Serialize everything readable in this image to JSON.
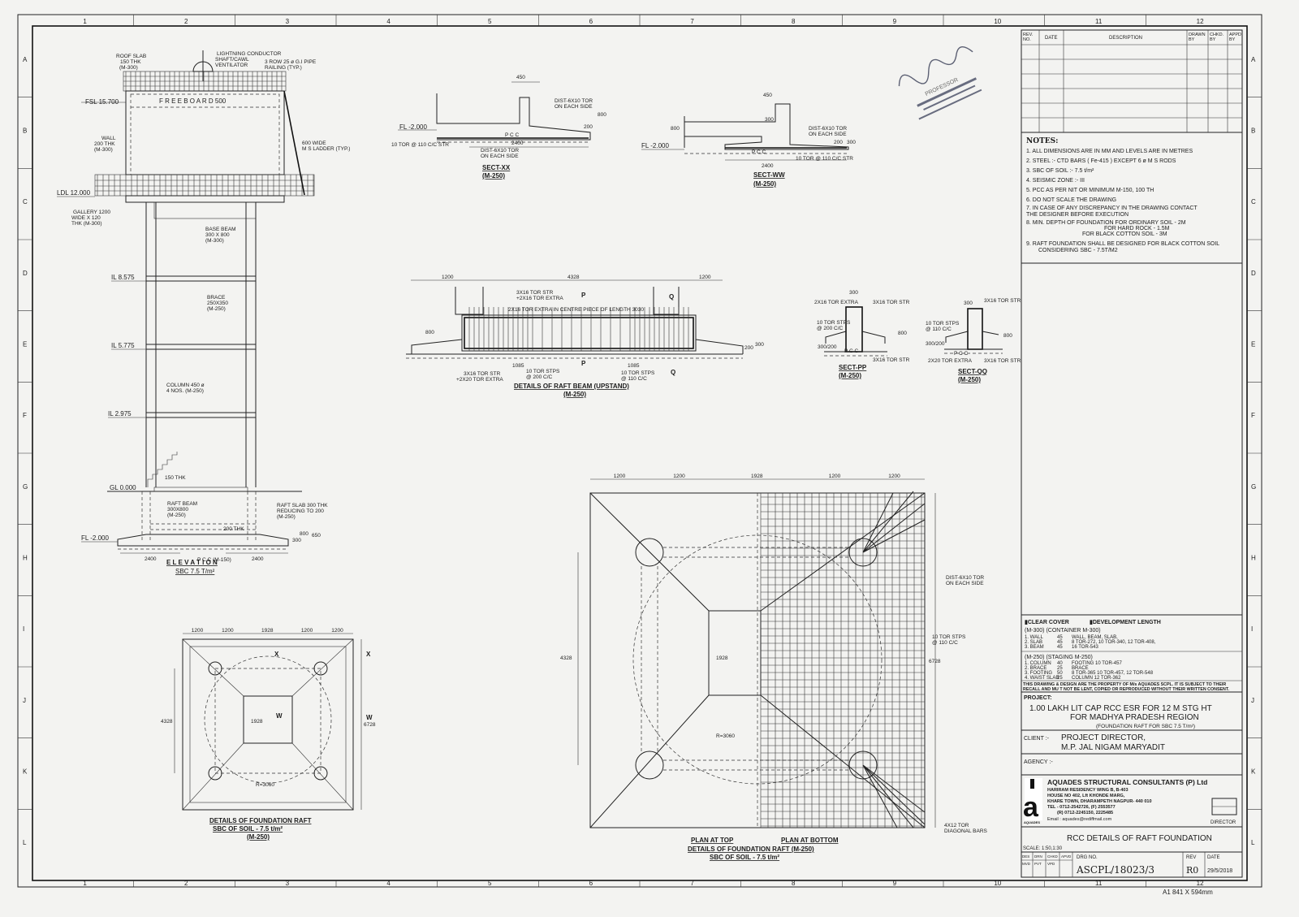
{
  "grid": {
    "cols": [
      "1",
      "2",
      "3",
      "4",
      "5",
      "6",
      "7",
      "8",
      "9",
      "10",
      "11",
      "12"
    ],
    "rows": [
      "A",
      "B",
      "C",
      "D",
      "E",
      "F",
      "G",
      "H",
      "I",
      "J",
      "K",
      "L"
    ]
  },
  "revision_table": {
    "headers": [
      "REV. NO.",
      "DATE",
      "DESCRIPTION",
      "DRAWN BY",
      "CHKD. BY",
      "APPD. BY"
    ]
  },
  "stamp": {
    "line1": "PROFESSOR"
  },
  "notes": {
    "title": "NOTES:",
    "items": [
      "1. ALL  DIMENSIONS  ARE  IN  MM  AND  LEVELS  ARE  IN  METRES",
      "2. STEEL :-  CTD  BARS  ( Fe-415 )  EXCEPT  6  ø  M S RODS",
      "3. SBC  OF  SOIL :- 7.5 t/m²",
      "4. SEISMIC  ZONE :- III",
      "5. PCC AS PER NIT OR MINIMUM M-150, 100 TH",
      "6. DO NOT SCALE THE DRAWING",
      "7. IN CASE OF ANY DISCREPANCY IN THE DRAWING CONTACT",
      "THE  DESIGNER BEFORE EXECUTION",
      "8. MIN. DEPTH OF FOUNDATION FOR ORDINARY SOIL - 2M",
      "FOR HARD ROCK - 1.5M",
      "FOR BLACK COTTON SOIL - 3M",
      "9. RAFT FOUNDATION SHALL BE DESIGNED FOR BLACK COTTON SOIL",
      "CONSIDERING SBC - 7.5T/M2"
    ]
  },
  "cover": {
    "h1": "▮CLEAR  COVER",
    "h2": "▮DEVELOPMENT  LENGTH",
    "sub1": "(M-300) (CONTAINER M-300)",
    "c300": [
      "1. WALL",
      "2. SLAB",
      "3. BEAM"
    ],
    "v300": [
      "45",
      "45",
      "45"
    ],
    "d300": [
      "WALL, BEAM, SLAB,",
      "8 TOR-272, 10 TOR-340, 12 TOR-408,",
      "16 TOR-543"
    ],
    "sub2": "(M-250) (STAGING M-250)",
    "c250": [
      "1. COLUMN",
      "2. BRACE",
      "3. FOOTING",
      "4. WAIST SLAB"
    ],
    "v250": [
      "40",
      "25",
      "50",
      "25"
    ],
    "d250": [
      "FOOTING 10 TOR-457",
      "BRACE",
      "8 TOR-365 10 TOR-457, 12 TOR-548",
      "COLUMN 12 TOR-362"
    ],
    "property1": "THIS DRAWING & DESIGN ARE THE PROPERTY OF M/s AQUADES SCPL. IT IS SUBJECT TO THEIR",
    "property2": "RECALL AND MU T NOT BE LENT, COPIED OR REPRODUCED WITHOUT THEIR WRITTEN CONSENT."
  },
  "project": {
    "label": "PROJECT:",
    "line1": "1.00 LAKH LIT CAP RCC ESR FOR 12 M STG HT",
    "line2": "FOR MADHYA PRADESH REGION",
    "line3": "(FOUNDATION RAFT FOR SBC  7.5 T/m²)"
  },
  "client": {
    "label": "CLIENT  :-",
    "line1": "PROJECT DIRECTOR,",
    "line2": "M.P. JAL NIGAM MARYADIT"
  },
  "agency": {
    "label": "AGENCY :-"
  },
  "company": {
    "logo_letter": "a",
    "logo_name": "AQUADES",
    "name": "AQUADES STRUCTURAL CONSULTANTS (P) Ltd",
    "addr1": "HARIRAM RESIDENCY WING B, B-403",
    "addr2": "HOUSE NO 402, Lft KHONDE MARG,",
    "addr3": "KHARE TOWN, DHARAMPETH NAGPUR- 440 010",
    "tel": "TEL - 0712-2542726, (F) 2553577",
    "tel2": "(R) 0712-2245150, 2225485",
    "email": "Email : aquades@rediffmail.com",
    "director": "DIRECTOR"
  },
  "drawing": {
    "title": "RCC DETAILS OF RAFT FOUNDATION",
    "scale": "SCALE: 1:50,1:30",
    "roles1": [
      "DES",
      "DRN",
      "CHKD",
      "APVD"
    ],
    "roles2": [
      "MVD",
      "PVT",
      "VPD",
      ""
    ],
    "drg_label": "DRG NO.",
    "drg_no": "ASCPL/18023/3",
    "rev_label": "REV",
    "rev": "R0",
    "date_label": "DATE",
    "date": "29/5/2018"
  },
  "sheet_size": "A1   841 X 594mm",
  "elevation": {
    "roof_slab": [
      "ROOF SLAB",
      "150 THK",
      "(M-300)"
    ],
    "lightning": "LIGHTNING CONDUCTOR",
    "ventilator": [
      "SHAFT/CAWL",
      "VENTILATOR"
    ],
    "railing": [
      "3 ROW 25 ø G.I PIPE",
      "RAILING (TYP.)"
    ],
    "fsl": "FSL 15.700",
    "freeboard": "F R E E   B O A R D   500",
    "wall": [
      "WALL",
      "200 THK",
      "(M-300)"
    ],
    "ladder": [
      "600 WIDE",
      "M S LADDER (TYP.)"
    ],
    "ldl": "LDL 12.000",
    "gallery": [
      "GALLERY 1200",
      "WIDE X 120",
      "THK (M-300)"
    ],
    "base_beam": [
      "BASE BEAM",
      "300 X 800",
      "(M-300)"
    ],
    "il1": "IL 8.575",
    "brace": [
      "BRACE",
      "250X350",
      "(M-250)"
    ],
    "il2": "IL 5.775",
    "column": [
      "COLUMN 450 ø",
      "4 NOS. (M-250)"
    ],
    "il3": "IL 2.975",
    "stair": "150 THK",
    "gl": "GL 0.000",
    "raft_beam": [
      "RAFT BEAM",
      "300X800",
      "(M-250)"
    ],
    "raft_slab": [
      "RAFT SLAB 300 THK",
      "REDUCING TO 200",
      "(M-250)"
    ],
    "thk200": "200 THK",
    "fl": "FL -2.000",
    "pcc": "P C C (M-150)",
    "dim_l": "2400",
    "dim_r": "2400",
    "d800": "800",
    "d650": "650",
    "d300": "300",
    "title": "E L E V A T I O N",
    "subtitle": "SBC 7.5 T/m²"
  },
  "sect_xx": {
    "d450": "450",
    "dist1": [
      "DIST-6X10 TOR",
      "ON EACH SIDE"
    ],
    "d800": "800",
    "d200": "200",
    "fl": "FL -2.000",
    "pcc": "P C C",
    "d2400": "2400",
    "str": "10 TOR @ 110 C/C STR",
    "dist2": [
      "DIST-6X10 TOR",
      "ON EACH SIDE"
    ],
    "title": "SECT-XX",
    "sub": "(M-250)"
  },
  "sect_ww": {
    "d450": "450",
    "d300a": "300",
    "dist": [
      "DIST-6X10 TOR",
      "ON EACH SIDE"
    ],
    "d800": "800",
    "d200": "200",
    "d300": "300",
    "fl": "FL -2.000",
    "pcc": "P C C",
    "str": "10 TOR @ 110 C/C STR",
    "d2400": "2400",
    "title": "SECT-WW",
    "sub": "(M-250)"
  },
  "raft_beam": {
    "d1200a": "1200",
    "d4328": "4328",
    "d1200b": "1200",
    "top": [
      "3X16 TOR STR",
      "+2X16 TOR EXTRA"
    ],
    "extra": "2X16 TOR EXTRA IN CENTRE PIECE OF LENGTH 3030",
    "p": "P",
    "q": "Q",
    "d800": "800",
    "d200": "200",
    "d300": "300",
    "d1085a": "1085",
    "d1085b": "1085",
    "bot": [
      "3X16 TOR STR",
      "+2X20 TOR EXTRA"
    ],
    "stp1": [
      "10 TOR STPS",
      "@ 200 C/C"
    ],
    "stp2": [
      "10 TOR STPS",
      "@ 110 C/C"
    ],
    "title": "DETAILS OF RAFT BEAM (UPSTAND)",
    "sub": "(M-250)"
  },
  "sect_pp": {
    "d300": "300",
    "extra": "2X16 TOR EXTRA",
    "str": "3X16 TOR STR",
    "stp": [
      "10 TOR STPS",
      "@ 200 C/C"
    ],
    "d800": "800",
    "d300200": "300/200",
    "pcc": "P C C",
    "bot": "3X16 TOR STR",
    "title": "SECT-PP",
    "sub": "(M-250)"
  },
  "sect_qq": {
    "d300": "300",
    "str": "3X16 TOR STR",
    "stp": [
      "10 TOR STPS",
      "@ 110 C/C"
    ],
    "d800": "800",
    "d300200": "300/200",
    "pcc": "P C C",
    "extra": "2X20 TOR EXTRA",
    "bot": "3X16 TOR STR",
    "title": "SECT-QQ",
    "sub": "(M-250)"
  },
  "small_raft": {
    "dims": [
      "1200",
      "1200",
      "1928",
      "1200",
      "1200"
    ],
    "d4328": "4328",
    "d6728": "6728",
    "d1928": "1928",
    "r": "R=3060",
    "x": "X",
    "w": "W",
    "title": "DETAILS OF FOUNDATION RAFT",
    "sub1": "SBC OF SOIL - 7.5 t/m²",
    "sub2": "(M-250)"
  },
  "plan": {
    "dims": [
      "1200",
      "1200",
      "1928",
      "1200",
      "1200"
    ],
    "d4328": "4328",
    "d6728": "6728",
    "d1928": "1928",
    "r": "R=3060",
    "dist": [
      "DIST-6X10 TOR",
      "ON EACH SIDE"
    ],
    "stps": [
      "10 TOR STPS",
      "@ 110 C/C"
    ],
    "diag": [
      "4X12 TOR",
      "DIAGONAL BARS"
    ],
    "top": "PLAN AT TOP",
    "bottom": "PLAN AT BOTTOM",
    "title": "DETAILS OF FOUNDATION RAFT (M-250)",
    "sub": "SBC OF SOIL - 7.5 t/m²"
  }
}
